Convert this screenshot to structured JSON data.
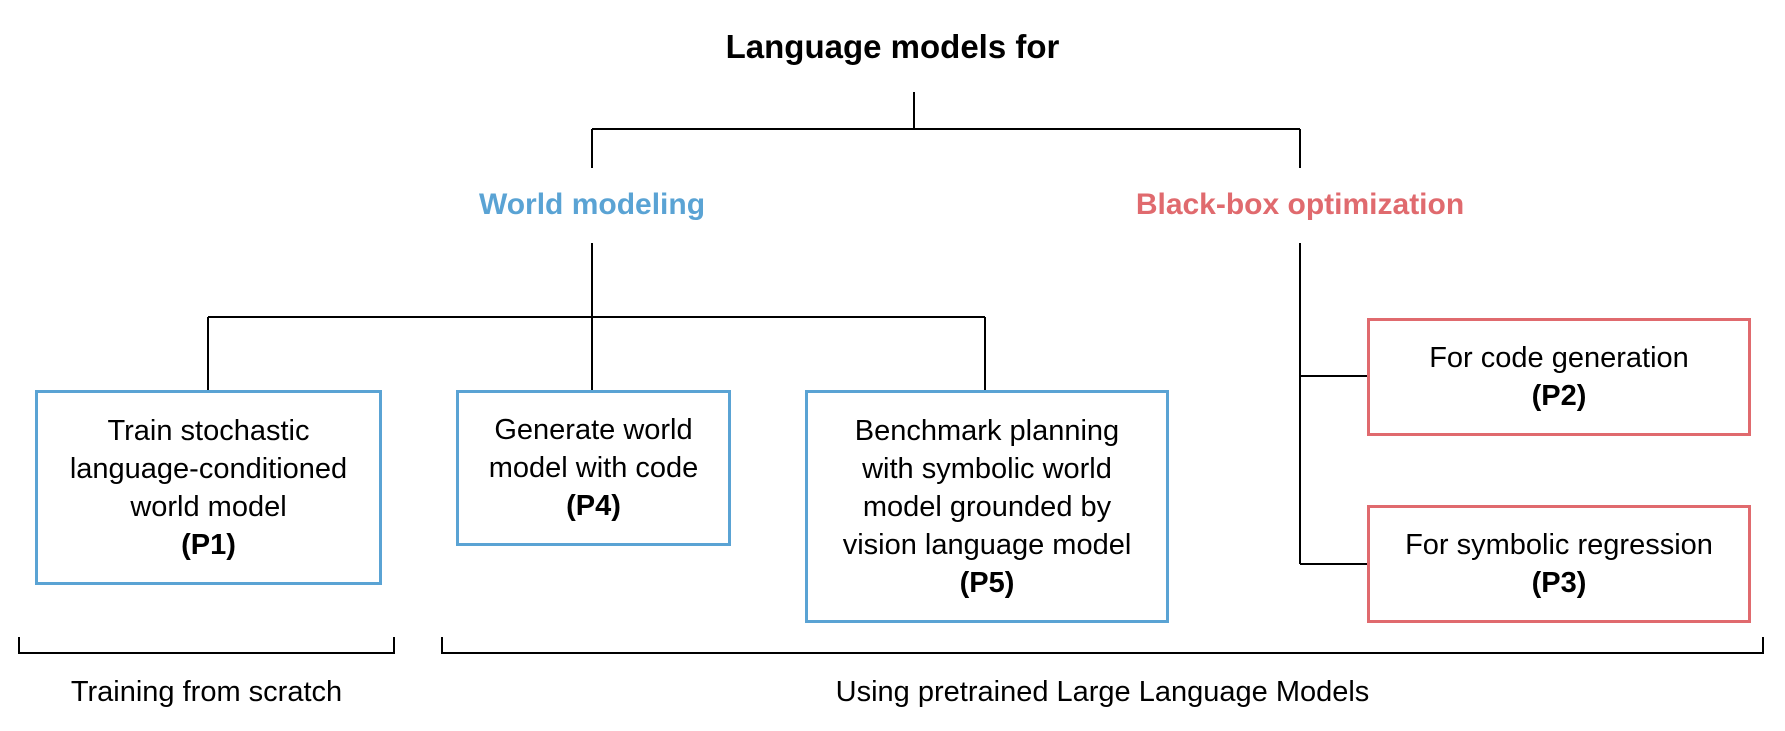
{
  "root": {
    "title": "Language models for"
  },
  "branches": {
    "world_modeling": {
      "label": "World modeling",
      "color": "#5aa3d4"
    },
    "blackbox": {
      "label": "Black-box optimization",
      "color": "#e06a6e"
    }
  },
  "boxes": {
    "p1": {
      "label": "Train stochastic\nlanguage-conditioned\nworld model",
      "code": "(P1)"
    },
    "p4": {
      "label": "Generate world\nmodel with code",
      "code": "(P4)"
    },
    "p5": {
      "label": "Benchmark planning\nwith symbolic world\nmodel grounded by\nvision language model",
      "code": "(P5)"
    },
    "p2": {
      "label": "For code generation",
      "code": "(P2)"
    },
    "p3": {
      "label": "For symbolic regression",
      "code": "(P3)"
    }
  },
  "groups": {
    "scratch": "Training from scratch",
    "pretrained": "Using pretrained Large Language Models"
  }
}
